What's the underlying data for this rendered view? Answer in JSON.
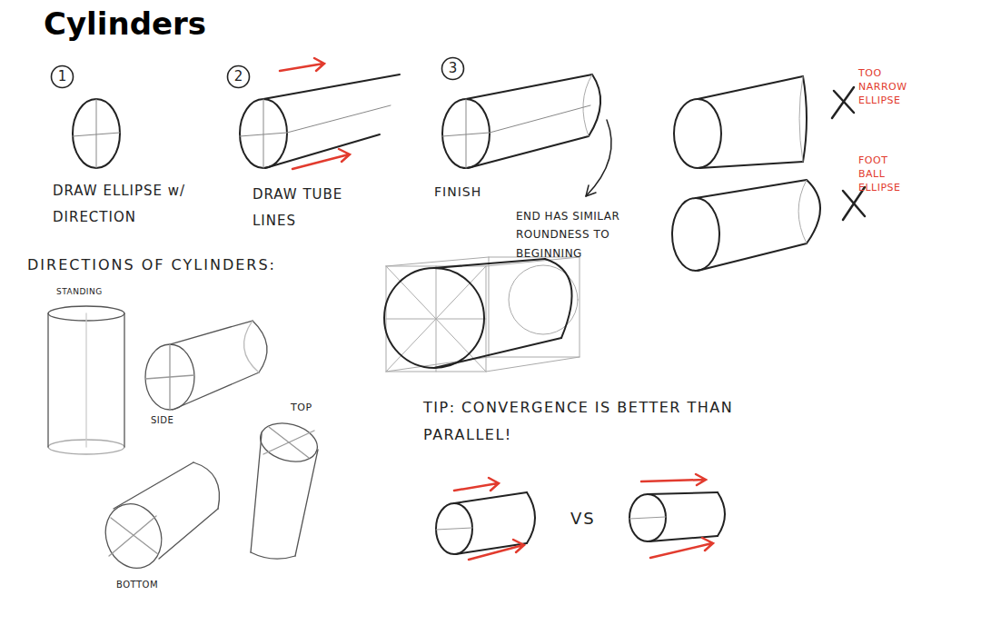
{
  "diagram": {
    "title": "Cylinders",
    "nodes": [
      {
        "text": [
          "1"
        ]
      },
      {
        "text": [
          "2"
        ]
      },
      {
        "text": [
          "3"
        ]
      }
    ],
    "labels": [
      "DRAW ELLIPSE w/ DIRECTION",
      "DRAW TUBE LINES",
      "FINISH",
      "END HAS SIMILAR ROUNDNESS TO BEGINNING",
      "TOO NARROW ELLIPSE",
      "FOOT BALL ELLIPSE",
      "DIRECTIONS OF CYLINDERS:",
      "STANDING",
      "SIDE",
      "TOP",
      "BOTTOM",
      "TIP: CONVERGENCE IS BETTER THAN PARALLEL!",
      "VS"
    ]
  }
}
